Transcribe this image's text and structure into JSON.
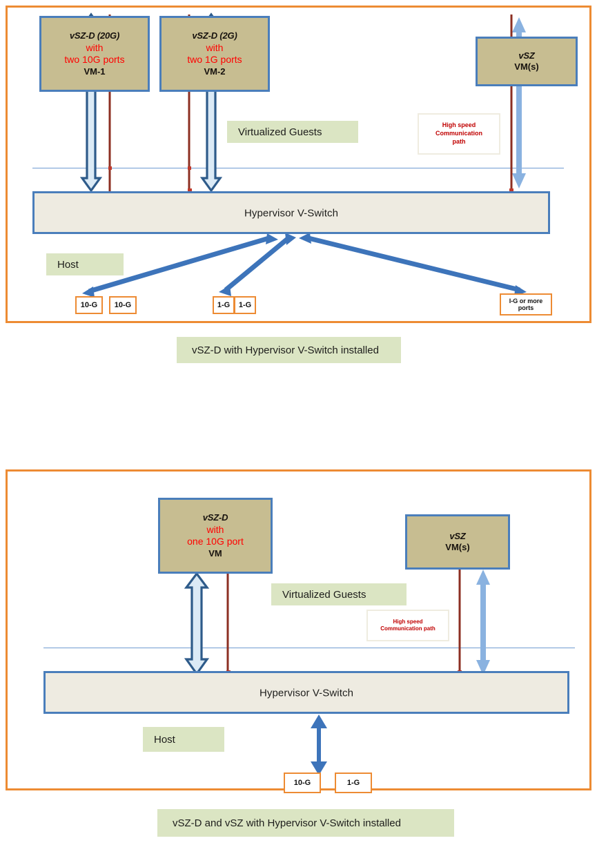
{
  "colors": {
    "panel_border": "#ed8b33",
    "vm_fill": "#c7bd91",
    "vm_border": "#4a7ebb",
    "vswitch_fill": "#eeebe1",
    "green_tag": "#dbe5c3",
    "red_text": "#ff0000",
    "maroon_path": "#8c2f22",
    "thick_arrow_fill": "#dbeaf6",
    "thick_arrow_stroke": "#2e5b8a",
    "thin_arrow": "#8ab2e0",
    "diag_arrow": "#3d74ba"
  },
  "diagram_top": {
    "vm1": {
      "line1": "vSZ-D (20G)",
      "line2": "with",
      "line3": "two 10G ports",
      "line4": "VM-1"
    },
    "vm2": {
      "line1": "vSZ-D (2G)",
      "line2": "with",
      "line3": "two 1G ports",
      "line4": "VM-2"
    },
    "vsz": {
      "line1": "vSZ",
      "line2": "VM(s)"
    },
    "virtualized_guests": "Virtualized Guests",
    "highspeed_note": {
      "line1": "High speed",
      "line2": "Communication",
      "line3": "path"
    },
    "vswitch_label": "Hypervisor V-Switch",
    "host_label": "Host",
    "ports": [
      {
        "name": "port-10g-a",
        "text": "10-G"
      },
      {
        "name": "port-10g-b",
        "text": "10-G"
      },
      {
        "name": "port-1g-a",
        "text": "1-G"
      },
      {
        "name": "port-1g-b",
        "text": "1-G"
      },
      {
        "name": "port-1g-or-more",
        "line1": "I-G or more",
        "line2": "ports"
      }
    ],
    "caption": "vSZ-D with Hypervisor V-Switch installed"
  },
  "diagram_bottom": {
    "vszd": {
      "line1": "vSZ-D",
      "line2": "with",
      "line3": "one 10G port",
      "line4": "VM"
    },
    "vsz": {
      "line1": "vSZ",
      "line2": "VM(s)"
    },
    "virtualized_guests": "Virtualized Guests",
    "highspeed_note": {
      "line1": "High speed",
      "line2": "Communication path"
    },
    "vswitch_label": "Hypervisor V-Switch",
    "host_label": "Host",
    "ports": [
      {
        "name": "port-10g",
        "text": "10-G"
      },
      {
        "name": "port-1g",
        "text": "1-G"
      }
    ],
    "caption": "vSZ-D and vSZ with Hypervisor V-Switch installed"
  }
}
